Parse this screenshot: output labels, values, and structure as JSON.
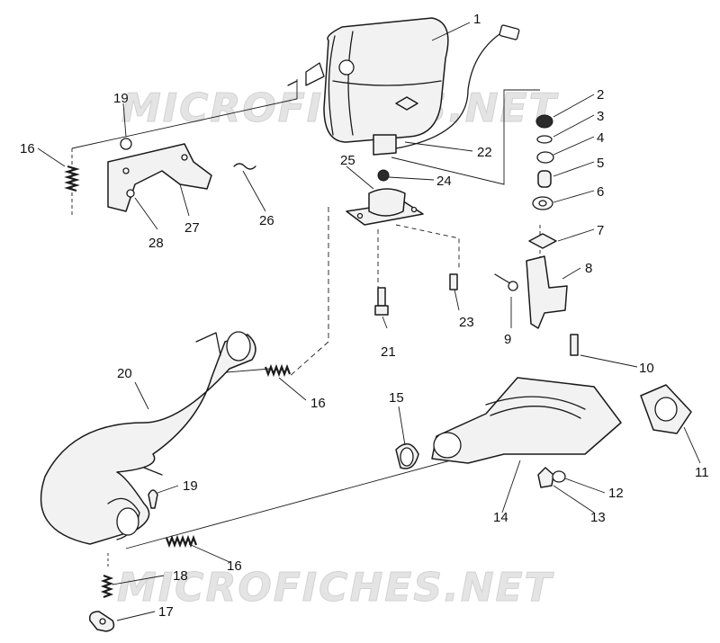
{
  "watermark_top": "MICROFICHES.NET",
  "watermark_bottom": "MICROFICHES.NET",
  "callouts": {
    "c1": "1",
    "c2": "2",
    "c3": "3",
    "c4": "4",
    "c5": "5",
    "c6": "6",
    "c7": "7",
    "c8": "8",
    "c9": "9",
    "c10": "10",
    "c11": "11",
    "c12": "12",
    "c13": "13",
    "c14": "14",
    "c15": "15",
    "c16a": "16",
    "c16b": "16",
    "c16c": "16",
    "c17": "17",
    "c18": "18",
    "c19a": "19",
    "c19b": "19",
    "c20": "20",
    "c21": "21",
    "c22": "22",
    "c23": "23",
    "c24": "24",
    "c25": "25",
    "c26": "26",
    "c27": "27",
    "c28": "28"
  }
}
